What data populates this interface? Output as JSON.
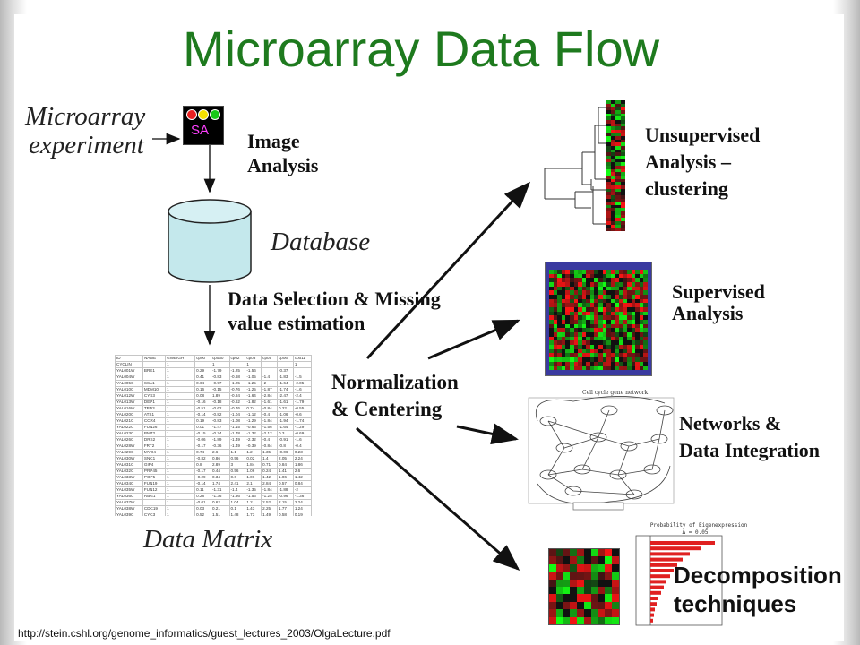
{
  "slide": {
    "title": "Microarray Data Flow",
    "source_url": "http://stein.cshl.org/genome_informatics/guest_lectures_2003/OlgaLecture.pdf"
  },
  "labels": {
    "microarray_line1": "Microarray",
    "microarray_line2": "experiment",
    "sa_icon_text": "SA",
    "image_analysis_line1": "Image",
    "image_analysis_line2": "Analysis",
    "database": "Database",
    "selection_line1": "Data Selection & Missing",
    "selection_line2": "value estimation",
    "data_matrix": "Data Matrix",
    "normalization_line1": "Normalization",
    "normalization_line2": "& Centering",
    "unsupervised_line1": "Unsupervised",
    "unsupervised_line2": "Analysis –",
    "unsupervised_line3": "clustering",
    "supervised_line1": "Supervised",
    "supervised_line2": "Analysis",
    "networks_line1": "Networks &",
    "networks_line2": "Data Integration",
    "decomposition_line1": "Decomposition",
    "decomposition_line2": "techniques",
    "network_caption": "Cell cycle gene network",
    "decomp_plot_title": "Probability of Eigenexpression",
    "decomp_plot_subtitle": "Δ = 0.05"
  },
  "data_matrix": {
    "header": [
      "ID",
      "NAME",
      "GWEIGHT",
      "cpo0",
      "cpo30",
      "cpo2",
      "cpo3",
      "cpo5",
      "cpo6",
      "cpo11"
    ],
    "rows": [
      [
        "CYCLIN",
        "",
        "1",
        "",
        "1",
        "",
        "1",
        "",
        "",
        "1"
      ],
      [
        "YAL001W",
        "BRE1",
        "1",
        "0.29",
        "-1.79",
        "-1.25",
        "-1.56",
        "",
        "-0.37",
        ""
      ],
      [
        "YAL004W",
        "",
        "1",
        "0.41",
        "-0.83",
        "-0.68",
        "-1.05",
        "-1.4",
        "-1.83",
        "-1.5"
      ],
      [
        "YAL005C",
        "SSA1",
        "1",
        "0.64",
        "-0.97",
        "-1.25",
        "-1.25",
        "-2",
        "-1.64",
        "-2.05"
      ],
      [
        "YAL010C",
        "MDM10",
        "1",
        "0.16",
        "-0.15",
        "-0.76",
        "-1.25",
        "-1.87",
        "-1.74",
        "-1.6"
      ],
      [
        "YAL012W",
        "CYS3",
        "1",
        "0.08",
        "1.89",
        "-0.84",
        "-1.64",
        "-2.84",
        "-2.47",
        "-2.4"
      ],
      [
        "YAL013W",
        "DEP1",
        "1",
        "-0.16",
        "-0.18",
        "-0.62",
        "-1.82",
        "-1.61",
        "-1.61",
        "-1.79"
      ],
      [
        "YAL016W",
        "TPD3",
        "1",
        "-0.51",
        "-0.62",
        "-0.76",
        "0.74",
        "-0.84",
        "0.22",
        "-0.55"
      ],
      [
        "YAL020C",
        "ATS1",
        "1",
        "-0.14",
        "-0.82",
        "-1.04",
        "-1.12",
        "-0.4",
        "-1.06",
        "-0.6"
      ],
      [
        "YAL021C",
        "CCR4",
        "1",
        "0.19",
        "-0.83",
        "-1.08",
        "-1.29",
        "-1.84",
        "-1.94",
        "-1.74"
      ],
      [
        "YAL022C",
        "FUN26",
        "1",
        "0.01",
        "-1.47",
        "-1.15",
        "-0.63",
        "-1.56",
        "-1.64",
        "-1.29"
      ],
      [
        "YAL023C",
        "PMT2",
        "1",
        "-0.15",
        "-0.74",
        "-1.78",
        "-1.32",
        "-2.12",
        "0.3",
        "-0.69"
      ],
      [
        "YAL026C",
        "DRS2",
        "1",
        "-0.06",
        "-1.89",
        "-1.49",
        "-2.32",
        "-0.4",
        "-0.91",
        "-1.6"
      ],
      [
        "YAL028W",
        "FRT2",
        "1",
        "-0.17",
        "-0.36",
        "-1.49",
        "-0.39",
        "-0.84",
        "-0.8",
        "-0.4"
      ],
      [
        "YAL029C",
        "MYO4",
        "1",
        "0.74",
        "2.6",
        "1.1",
        "1.2",
        "1.35",
        "-0.06",
        "0.23"
      ],
      [
        "YAL030W",
        "SNC1",
        "1",
        "-0.82",
        "0.86",
        "0.56",
        "0.02",
        "1.4",
        "2.05",
        "2.24"
      ],
      [
        "YAL031C",
        "GIP4",
        "1",
        "0.8",
        "2.89",
        "3",
        "1.84",
        "0.71",
        "0.84",
        "1.86"
      ],
      [
        "YAL032C",
        "PRP45",
        "1",
        "-0.17",
        "0.44",
        "0.56",
        "1.06",
        "0.24",
        "1.41",
        "2.6"
      ],
      [
        "YAL033W",
        "POP5",
        "1",
        "-0.29",
        "0.34",
        "0.6",
        "1.06",
        "1.42",
        "1.06",
        "1.42"
      ],
      [
        "YAL034C",
        "FUN19",
        "1",
        "-0.14",
        "1.74",
        "2.41",
        "2.1",
        "2.84",
        "0.57",
        "0.84"
      ],
      [
        "YAL035W",
        "FUN12",
        "1",
        "0.11",
        "-1.31",
        "-1.4",
        "-1.35",
        "-1.84",
        "-1.88",
        "-2"
      ],
      [
        "YAL036C",
        "RBG1",
        "1",
        "0.28",
        "-1.36",
        "-1.36",
        "-1.56",
        "-1.25",
        "-0.96",
        "-1.36"
      ],
      [
        "YAL037W",
        "",
        "1",
        "-0.01",
        "0.62",
        "1.04",
        "1.2",
        "2.52",
        "2.15",
        "2.24"
      ],
      [
        "YAL038W",
        "CDC19",
        "1",
        "0.03",
        "0.21",
        "0.1",
        "1.43",
        "2.25",
        "1.77",
        "1.24"
      ],
      [
        "YAL039C",
        "CYC3",
        "1",
        "0.52",
        "1.51",
        "1.48",
        "1.73",
        "1.49",
        "0.58",
        "0.19"
      ]
    ]
  },
  "colors": {
    "title": "#1e7a1e",
    "database_fill": "#c4e8ec",
    "arrow": "#111111",
    "heat_red": "#d11a1a",
    "heat_green": "#19b619"
  },
  "icons": [
    "traffic-light-icon",
    "database-cylinder-icon",
    "dendrogram-icon",
    "heatmap-icon",
    "network-graph-icon",
    "bar-chart-icon"
  ]
}
